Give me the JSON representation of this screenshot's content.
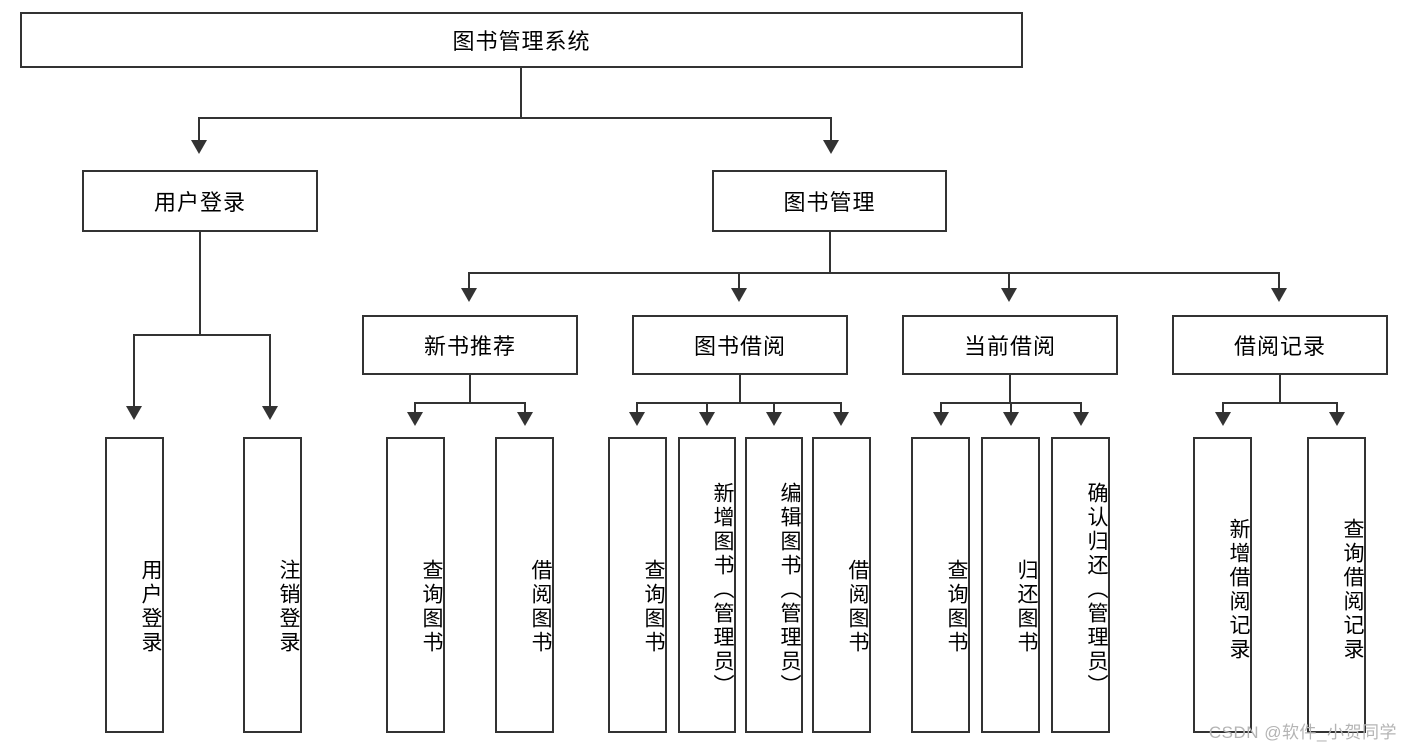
{
  "diagram": {
    "title": "图书管理系统",
    "root": {
      "label": "图书管理系统"
    },
    "level2": [
      {
        "label": "用户登录"
      },
      {
        "label": "图书管理"
      }
    ],
    "level3": [
      {
        "label": "新书推荐"
      },
      {
        "label": "图书借阅"
      },
      {
        "label": "当前借阅"
      },
      {
        "label": "借阅记录"
      }
    ],
    "leaves": {
      "user_login": [
        {
          "label": "用户登录"
        },
        {
          "label": "注销登录"
        }
      ],
      "new_book_recommend": [
        {
          "label": "查询图书"
        },
        {
          "label": "借阅图书"
        }
      ],
      "book_borrow": [
        {
          "label": "查询图书"
        },
        {
          "label": "新增图书（管理员）"
        },
        {
          "label": "编辑图书（管理员）"
        },
        {
          "label": "借阅图书"
        }
      ],
      "current_borrow": [
        {
          "label": "查询图书"
        },
        {
          "label": "归还图书"
        },
        {
          "label": "确认归还（管理员）"
        }
      ],
      "borrow_record": [
        {
          "label": "新增借阅记录"
        },
        {
          "label": "查询借阅记录"
        }
      ]
    }
  },
  "watermark": {
    "text": "CSDN @软件_小贺同学"
  },
  "colors": {
    "stroke": "#333333",
    "fill": "#ffffff",
    "text": "#000000",
    "watermark": "#b4b4b4"
  }
}
